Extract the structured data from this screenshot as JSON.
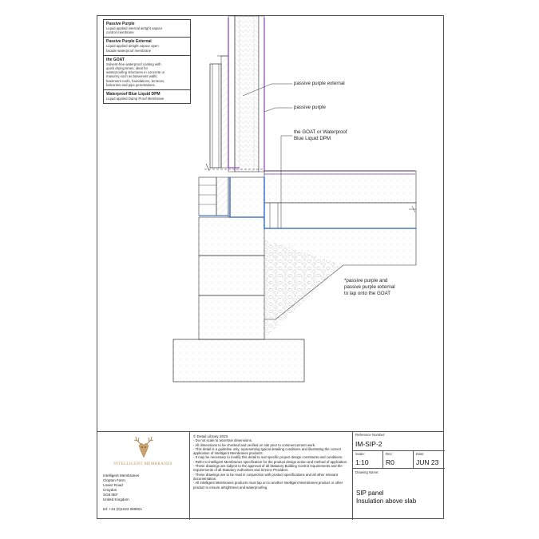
{
  "legend": [
    {
      "title": "Passive Purple",
      "desc": [
        "Liquid applied internal airtight vapour",
        "control membrane"
      ]
    },
    {
      "title": "Passive Purple External",
      "desc": [
        "Liquid applied airtight vapour open",
        "facade waterproof membrane"
      ]
    },
    {
      "title": "the GOAT",
      "desc": [
        "Solvent-free waterproof coating with",
        "quick drying times, ideal for",
        "waterproofing structures in concrete or",
        "masonry such as basement walls,",
        "basement roofs, foundations, terraces,",
        "balconies and pipe penetrations."
      ]
    },
    {
      "title": "Waterproof Blue Liquid DPM",
      "desc": [
        "Liquid applied Damp Proof Membrane"
      ]
    }
  ],
  "callouts": {
    "passive_purple_external": "passive purple external",
    "passive_purple": "passive purple",
    "goat_line1": "the GOAT or Waterproof",
    "goat_line2": "Blue Liquid DPM",
    "lap_line1": "*passive purple and",
    "lap_line2": "passive purple external",
    "lap_line3": "to lap onto the GOAT"
  },
  "company": {
    "brand": "INTELLIGENT MEMBRANES",
    "address": [
      "Intelligent Membranes",
      "Clopton Farm",
      "Lower Road",
      "Croydon",
      "SG8 0EF",
      "United Kingdom",
      "",
      "tel: +44 (0)1223 080821"
    ],
    "logo_icon": "stag-head-icon"
  },
  "notes": {
    "copyright": "© Detail Library 2023",
    "items": [
      "Do not scale to ascertain dimensions.",
      "All dimensions to be checked and verified on site prior to commencement work.",
      "This detail is a guideline only, representing typical detailing conditions and illustrating the correct application of Intelligent Membranes products.",
      "It may be necessary to modify this detail to suit specific project design constraints and conditions.",
      "Refer to Intelligent Membranes specification for the product design action and method of application.",
      "These drawings are subject to the approval of all Statutory Building Control requirements and the requirements of all Statutory Authorities and Service Providers.",
      "These drawings are to be read in conjunction with product specifications and all other relevant documentation.",
      "All Intelligent Membranes products must lap on to another Intelligent Membranes product or other product to ensure airtightness and waterproofing."
    ]
  },
  "titleblock": {
    "reference_label": "Reference Number:",
    "reference": "IM-SIP-2",
    "scale_label": "Scale:",
    "scale": "1:10",
    "rev_label": "Rev:",
    "rev": "R0",
    "date_label": "Date:",
    "date": "JUN 23",
    "drawing_name_label": "Drawing Name:",
    "drawing_name_line1": "SIP panel",
    "drawing_name_line2": "Insulation above slab"
  },
  "colors": {
    "purple": "#7b2fb5",
    "blue": "#1f5fc0",
    "line": "#555555",
    "brand": "#b5925c"
  }
}
